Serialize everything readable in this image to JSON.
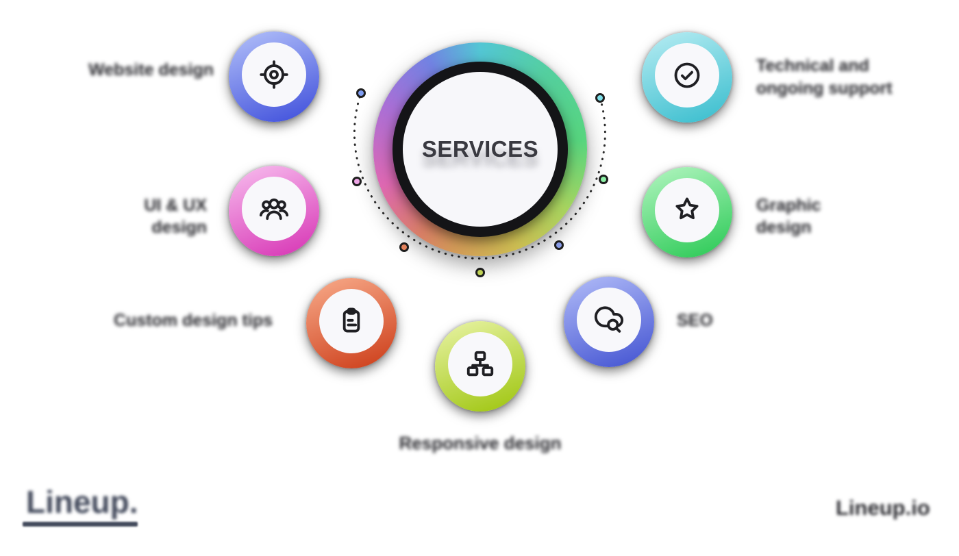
{
  "center": {
    "title": "SERVICES"
  },
  "nodes": [
    {
      "name": "website-design",
      "label": "Website design",
      "icon": "target-icon",
      "gradient": [
        "#aab8f7",
        "#4656dd"
      ],
      "dot": "#7f9df2"
    },
    {
      "name": "uiux-design",
      "label": "UI & UX\ndesign",
      "icon": "users-icon",
      "gradient": [
        "#f5b3ea",
        "#d93db8"
      ],
      "dot": "#f0a7e8"
    },
    {
      "name": "custom-design-tips",
      "label": "Custom design tips",
      "icon": "clipboard-icon",
      "gradient": [
        "#f5a382",
        "#cf4420"
      ],
      "dot": "#f08a62"
    },
    {
      "name": "responsive-design",
      "label": "Responsive design",
      "icon": "sitemap-icon",
      "gradient": [
        "#e3f09a",
        "#a3c818"
      ],
      "dot": "#cfe35c"
    },
    {
      "name": "seo",
      "label": "SEO",
      "icon": "cloud-search-icon",
      "gradient": [
        "#a9b4f5",
        "#4a5ad4"
      ],
      "dot": "#8fa3f2"
    },
    {
      "name": "graphic-design",
      "label": "Graphic\ndesign",
      "icon": "star-icon",
      "gradient": [
        "#a8f2b8",
        "#33cc5c"
      ],
      "dot": "#8ef2a8"
    },
    {
      "name": "technical-support",
      "label": "Technical and\nongoing support",
      "icon": "circle-check-icon",
      "gradient": [
        "#aee9f0",
        "#40c0d0"
      ],
      "dot": "#7fe0ea"
    }
  ],
  "hub_ring_colors": [
    "#53c6d4 0deg",
    "#54cfa0 40deg",
    "#57d57e 85deg",
    "#a8d45f 125deg",
    "#cdbd52 160deg",
    "#d39a58 195deg",
    "#d97f66 215deg",
    "#de68b2 250deg",
    "#a96fd6 295deg",
    "#7282e2 330deg",
    "#53c6d4 360deg"
  ],
  "orbit": {
    "stroke_color": "#2c2c2c",
    "dot_border_color": "#1f1f1f"
  },
  "footer": {
    "logo": "Lineup.",
    "website": "Lineup.io"
  }
}
